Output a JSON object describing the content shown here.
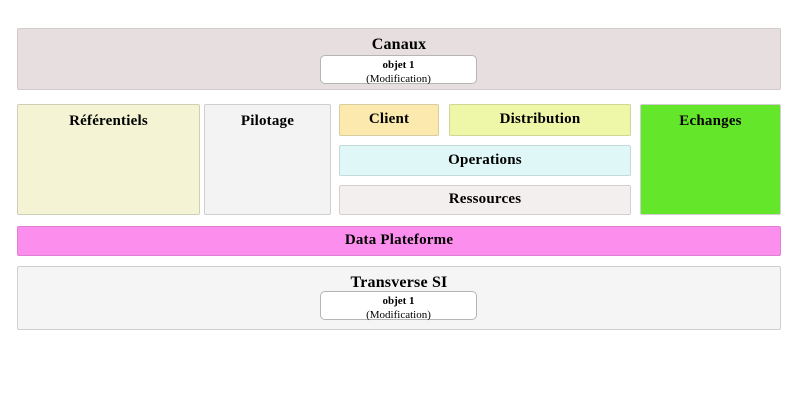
{
  "diagram": {
    "rows": {
      "canaux": {
        "title": "Canaux",
        "object": {
          "name": "objet 1",
          "state": "(Modification)"
        },
        "color": "#e7dfdf"
      },
      "referentiels": {
        "title": "Référentiels",
        "color": "#f4f4d5"
      },
      "pilotage": {
        "title": "Pilotage",
        "color": "#f3f3f3"
      },
      "client": {
        "title": "Client",
        "color": "#fbe9ae"
      },
      "distribution": {
        "title": "Distribution",
        "color": "#eef6a8"
      },
      "operations": {
        "title": "Operations",
        "color": "#e0f7f8"
      },
      "ressources": {
        "title": "Ressources",
        "color": "#f4efef"
      },
      "echanges": {
        "title": "Echanges",
        "color": "#64e72b"
      },
      "data_plateforme": {
        "title": "Data Plateforme",
        "color": "#fc8eee"
      },
      "transverse": {
        "title": "Transverse SI",
        "object": {
          "name": "objet 1",
          "state": "(Modification)"
        },
        "color": "#f5f5f5"
      }
    }
  }
}
